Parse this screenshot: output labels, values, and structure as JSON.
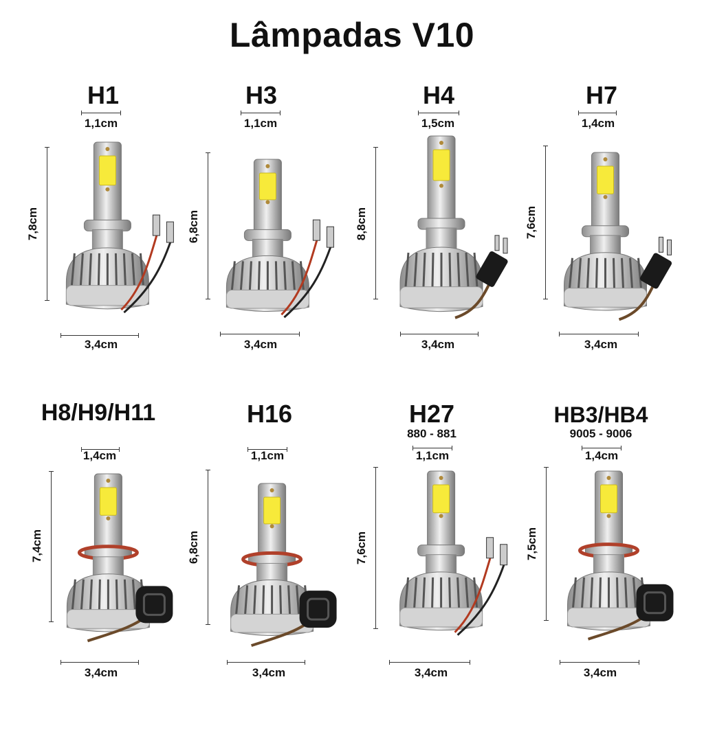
{
  "title": "Lâmpadas V10",
  "colors": {
    "led_chip": "#f7ea3a",
    "metal": "#c9c9c9",
    "ring": "#b0402a",
    "plug": "#1a1a1a"
  },
  "bulbs": [
    {
      "name": "H1",
      "sub": "",
      "width": "1,1cm",
      "height": "7,8cm",
      "base": "3,4cm",
      "connector": "wires"
    },
    {
      "name": "H3",
      "sub": "",
      "width": "1,1cm",
      "height": "6,8cm",
      "base": "3,4cm",
      "connector": "wires"
    },
    {
      "name": "H4",
      "sub": "",
      "width": "1,5cm",
      "height": "8,8cm",
      "base": "3,4cm",
      "connector": "plug"
    },
    {
      "name": "H7",
      "sub": "",
      "width": "1,4cm",
      "height": "7,6cm",
      "base": "3,4cm",
      "connector": "plug"
    },
    {
      "name": "H8/H9/H11",
      "sub": "",
      "width": "1,4cm",
      "height": "7,4cm",
      "base": "3,4cm",
      "connector": "socket"
    },
    {
      "name": "H16",
      "sub": "",
      "width": "1,1cm",
      "height": "6,8cm",
      "base": "3,4cm",
      "connector": "socket"
    },
    {
      "name": "H27",
      "sub": "880 - 881",
      "width": "1,1cm",
      "height": "7,6cm",
      "base": "3,4cm",
      "connector": "wires"
    },
    {
      "name": "HB3/HB4",
      "sub": "9005 - 9006",
      "width": "1,4cm",
      "height": "7,5cm",
      "base": "3,4cm",
      "connector": "socket"
    }
  ]
}
